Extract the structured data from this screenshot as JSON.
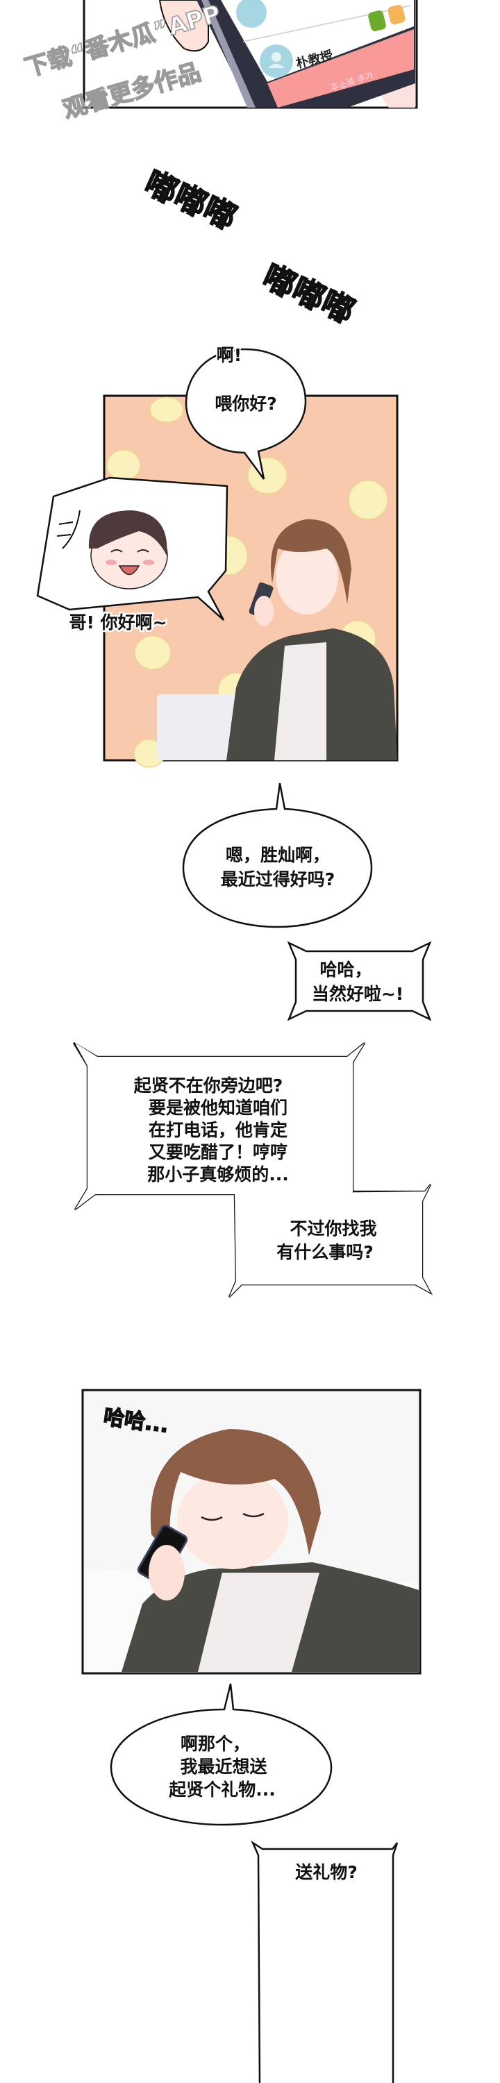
{
  "watermark": {
    "line1": "下载“番木瓜”APP",
    "line2": "观看更多作品"
  },
  "phone": {
    "contact_name": "朴教授",
    "add_contact_button": "주소록 추가",
    "call_icon": "phone-icon",
    "message_icon": "mail-icon",
    "accent_color": "#f79a98"
  },
  "sfx": {
    "ring1": "嘟嘟嘟",
    "ring2": "嘟嘟嘟",
    "ah": "啊!",
    "haha": "哈哈..."
  },
  "panel2": {
    "hello": "喂你好?",
    "greeting": "哥! 你好啊~",
    "background_color": "#f8c9ad"
  },
  "dialogue": {
    "b1": [
      "嗯，胜灿啊，",
      "最近过得好吗?"
    ],
    "b2": [
      "哈哈，",
      "当然好啦~!"
    ],
    "b3": [
      "起贤不在你旁边吧?",
      "要是被他知道咱们",
      "在打电话，他肯定",
      "又要吃醋了！哼哼",
      "那小子真够烦的..."
    ],
    "b4": [
      "不过你找我",
      "有什么事吗?"
    ],
    "b5": [
      "啊那个，",
      "我最近想送",
      "起贤个礼物..."
    ],
    "b6": [
      "送礼物?"
    ]
  }
}
